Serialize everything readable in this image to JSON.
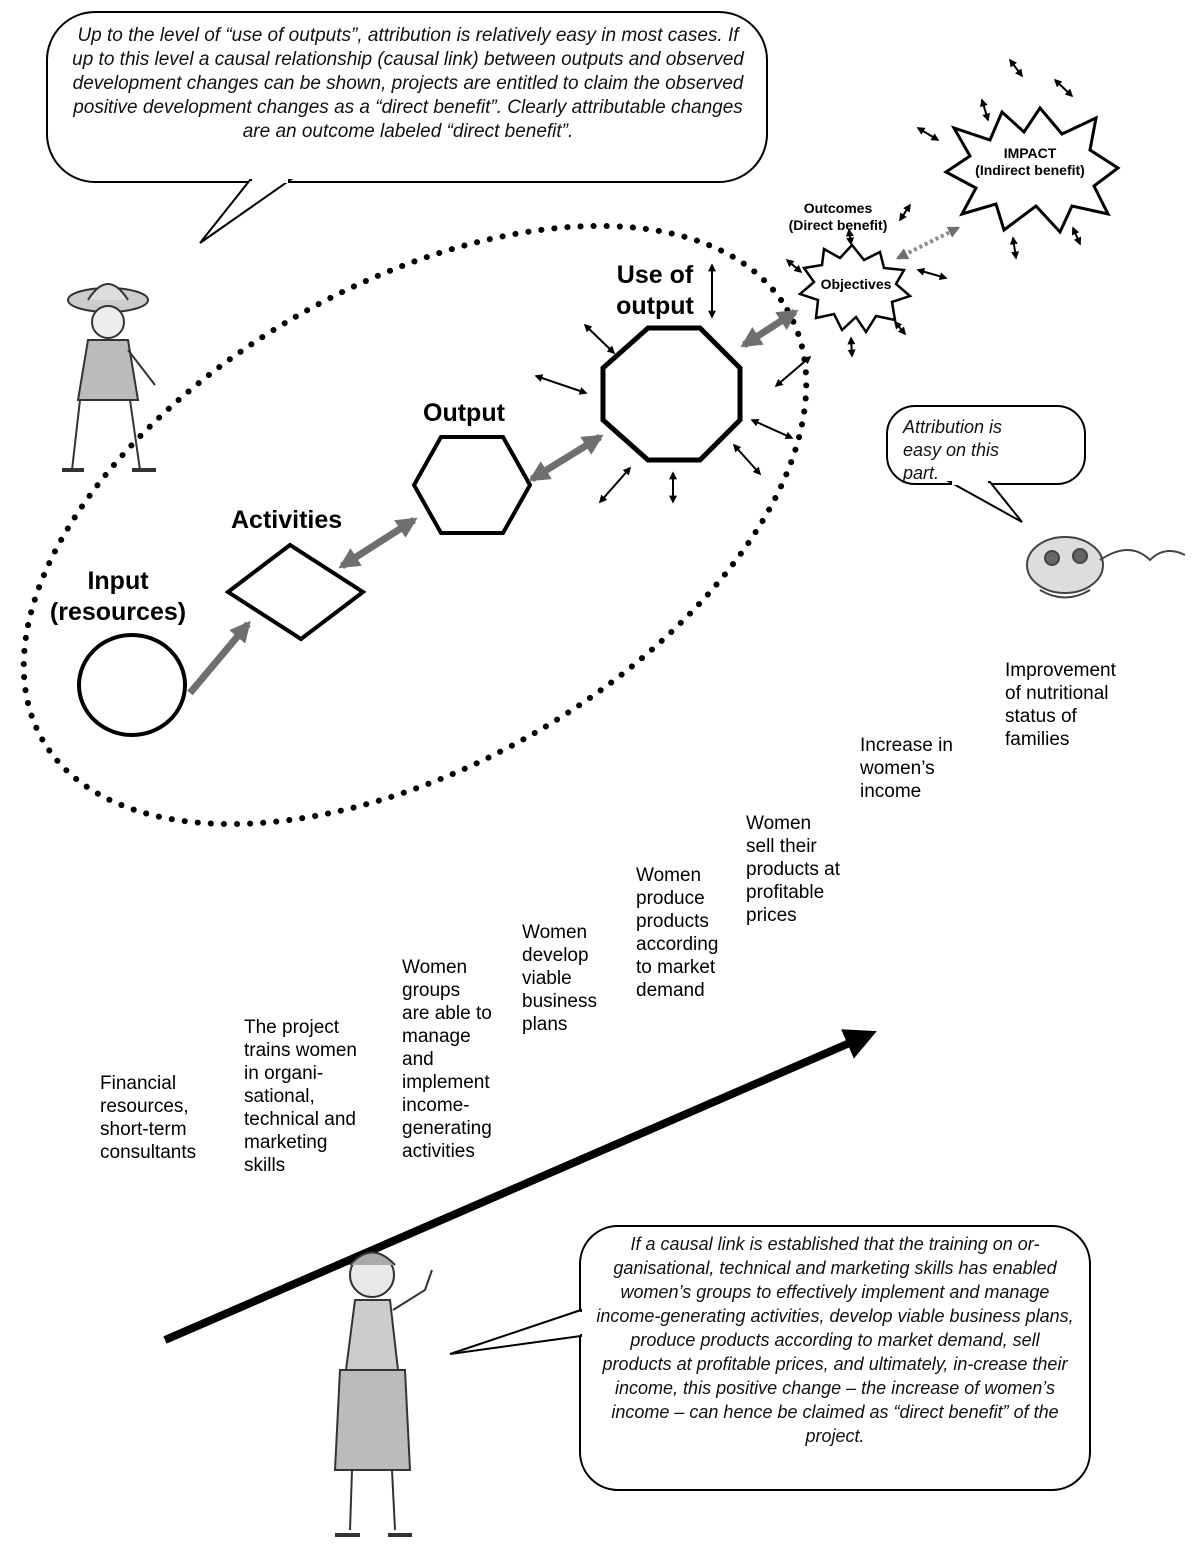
{
  "bubbles": {
    "top": "Up to the level of “use of outputs”, attribution is relatively easy in most cases.  If up to this level a causal relationship (causal link) between outputs and observed development changes can be shown, projects are entitled to claim the observed positive development changes as a “direct benefit”.  Clearly attributable changes are an outcome labeled “direct benefit”.",
    "right": "Attribution is easy on this part.",
    "bottom": "If a causal link is established that the training on or-ganisational, technical and marketing skills has enabled women’s groups to effectively implement and manage income-generating activities, develop viable business plans, produce products according to market demand, sell products at profitable prices, and ultimately, in-crease their income, this positive change – the increase of women’s income – can hence be claimed as “direct benefit” of the project."
  },
  "stages": {
    "input": "Input\n(resources)",
    "activities": "Activities",
    "output": "Output",
    "use_of_output": "Use of\noutput",
    "outcomes": "Outcomes\n(Direct benefit)",
    "objectives": "Objectives",
    "impact": "IMPACT\n(Indirect benefit)"
  },
  "chain": [
    "Financial\nresources,\nshort-term\nconsultants",
    "The project\ntrains women\nin organi-\nsational,\ntechnical and\nmarketing\nskills",
    "Women\ngroups\nare able to\nmanage\nand\nimplement\nincome-\ngenerating\nactivities",
    "Women\ndevelop\nviable\nbusiness\nplans",
    "Women\nproduce\nproducts\naccording\nto market\ndemand",
    "Women\nsell their\nproducts at\nprofitable\nprices",
    "Increase in\nwomen’s\nincome",
    "Improvement\nof nutritional\nstatus of\nfamilies"
  ],
  "illustrations": [
    "farmer-figure",
    "worm-figure",
    "woman-figure"
  ]
}
